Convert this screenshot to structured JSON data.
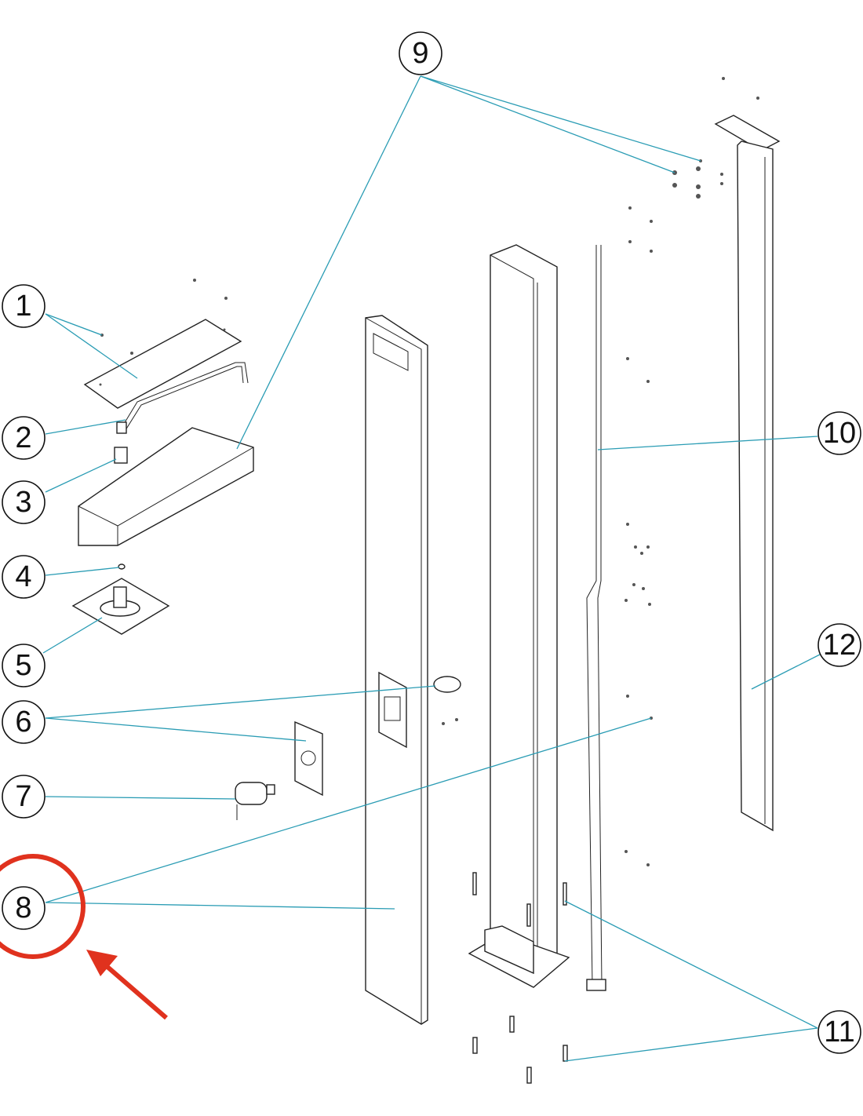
{
  "diagram": {
    "type": "exploded-parts-diagram",
    "callouts": [
      {
        "label": "1"
      },
      {
        "label": "2"
      },
      {
        "label": "3"
      },
      {
        "label": "4"
      },
      {
        "label": "5"
      },
      {
        "label": "6"
      },
      {
        "label": "7"
      },
      {
        "label": "8"
      },
      {
        "label": "9"
      },
      {
        "label": "10"
      },
      {
        "label": "11"
      },
      {
        "label": "12"
      }
    ],
    "leader_color": "#2a9cb4",
    "highlight": {
      "target_callout": "8",
      "color": "#e0321e"
    }
  }
}
